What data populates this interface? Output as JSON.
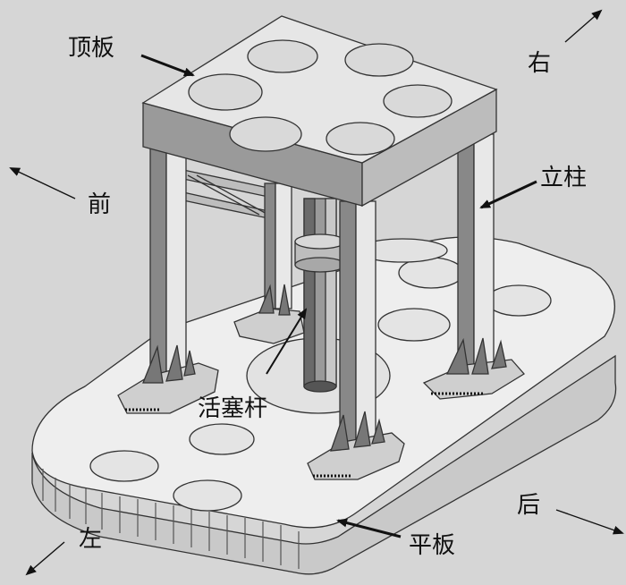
{
  "labels": {
    "top_plate": "顶板",
    "right": "右",
    "front": "前",
    "column": "立柱",
    "piston_rod": "活塞杆",
    "back": "后",
    "left": "左",
    "base_plate": "平板"
  },
  "colors": {
    "background": "#d6d6d6",
    "surface_light": "#ededed",
    "surface_mid": "#c8c8c8",
    "surface_dark": "#8a8a8a",
    "outline": "#333333",
    "arrow": "#111111"
  }
}
